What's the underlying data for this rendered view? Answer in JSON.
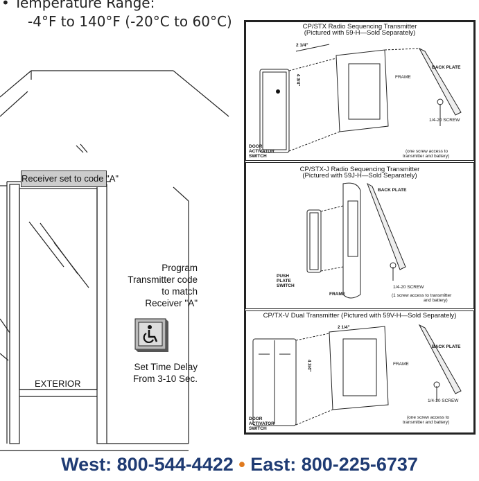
{
  "spec": {
    "bullet_label": "• Temperature Range:",
    "range_text": "-4°F to 140°F (-20°C to 60°C)"
  },
  "scene": {
    "receiver_label": "Receiver set to code  \"A\"",
    "exterior_label": "EXTERIOR",
    "program_text": "Program\nTransmitter code\nto match\nReceiver \"A\"",
    "delay_text": "Set Time Delay\nFrom 3-10 Sec."
  },
  "panels": [
    {
      "title_line1": "CP/STX Radio Sequencing Transmitter",
      "title_line2": "(Pictured with 59-H—Sold Separately)",
      "dim_width": "2 1/4\"",
      "dim_height": "4 3/4\"",
      "back_plate": "BACK PLATE",
      "frame": "FRAME",
      "screw": "1/4-20 SCREW",
      "switch_label_1": "DOOR",
      "switch_label_2": "ACTIVATOR",
      "switch_label_3": "SWITCH",
      "note_1": "(one screw access to",
      "note_2": "transmitter and battery)"
    },
    {
      "title_line1": "CP/STX-J Radio Sequencing Transmitter",
      "title_line2": "(Pictured with 59J-H—Sold Separately)",
      "back_plate": "BACK PLATE",
      "frame": "FRAME",
      "screw": "1/4-20 SCREW",
      "switch_label_1": "PUSH",
      "switch_label_2": "PLATE",
      "switch_label_3": "SWITCH",
      "note_1": "(1 screw access to transmitter",
      "note_2": "and battery)"
    },
    {
      "title_line1": "CP/TX-V Dual Transmitter (Pictured with 59V-H—Sold Separately)",
      "dim_width": "2 1/4\"",
      "dim_height": "4 3/4\"",
      "back_plate": "BACK PLATE",
      "frame": "FRAME",
      "screw": "1/4-20 SCREW",
      "switch_label_1": "DOOR",
      "switch_label_2": "ACTIVATOR",
      "switch_label_3": "SWITCH",
      "note_1": "(one screw access to",
      "note_2": "transmitter and battery)"
    }
  ],
  "footer": {
    "west": "West: 800-544-4422",
    "separator": " • ",
    "east": "East: 800-225-6737"
  },
  "colors": {
    "footer_blue": "#1f3b73",
    "footer_dot": "#e07a1e",
    "label_gray": "#cccccc"
  }
}
